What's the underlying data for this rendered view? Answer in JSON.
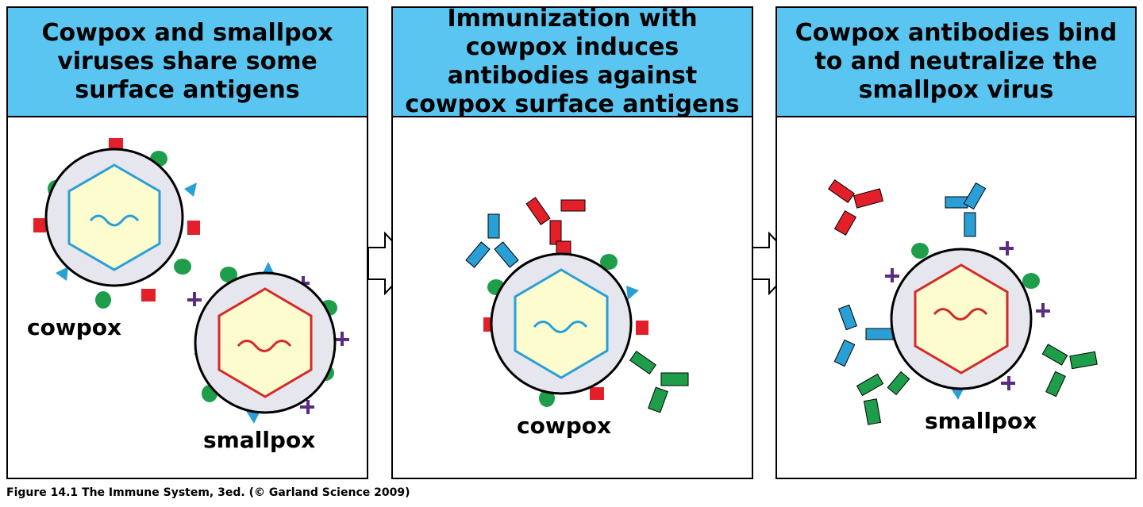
{
  "panels": [
    {
      "header": "Cowpox and smallpox viruses share some surface antigens",
      "labels": {
        "cowpox": "cowpox",
        "smallpox": "smallpox"
      }
    },
    {
      "header": "Immunization with cowpox induces antibodies against cowpox surface antigens",
      "labels": {
        "cowpox": "cowpox"
      }
    },
    {
      "header": "Cowpox antibodies bind to and neutralize the smallpox virus",
      "labels": {
        "smallpox": "smallpox"
      }
    }
  ],
  "caption": "Figure 14.1  The Immune System, 3ed. (© Garland Science 2009)",
  "colors": {
    "header_bg": "#5bc5f2",
    "capsid_fill": "#fdfccf",
    "cowpox_capsid": "#2a9fd6",
    "smallpox_capsid": "#d42a2a",
    "envelope": "#e6e6ee",
    "antigen_red": "#e3202a",
    "antigen_green": "#1e9e4a",
    "antigen_blue": "#2a9fd6",
    "antigen_purple": "#5a2d82"
  }
}
